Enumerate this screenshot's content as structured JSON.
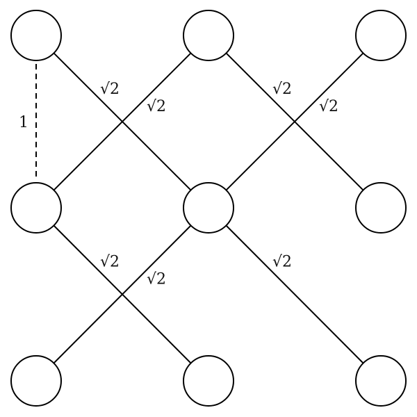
{
  "diagram": {
    "grid": {
      "rows": 3,
      "cols": 3
    },
    "nodes": [
      {
        "row": 0,
        "col": 0
      },
      {
        "row": 0,
        "col": 1
      },
      {
        "row": 0,
        "col": 2
      },
      {
        "row": 1,
        "col": 0
      },
      {
        "row": 1,
        "col": 1
      },
      {
        "row": 1,
        "col": 2
      },
      {
        "row": 2,
        "col": 0
      },
      {
        "row": 2,
        "col": 1
      },
      {
        "row": 2,
        "col": 2
      }
    ],
    "edges": [
      {
        "from": [
          0,
          0
        ],
        "to": [
          1,
          1
        ],
        "style": "solid",
        "label": "√2"
      },
      {
        "from": [
          0,
          1
        ],
        "to": [
          1,
          0
        ],
        "style": "solid",
        "label": "√2"
      },
      {
        "from": [
          0,
          1
        ],
        "to": [
          1,
          2
        ],
        "style": "solid",
        "label": "√2"
      },
      {
        "from": [
          0,
          2
        ],
        "to": [
          1,
          1
        ],
        "style": "solid",
        "label": "√2"
      },
      {
        "from": [
          1,
          0
        ],
        "to": [
          2,
          1
        ],
        "style": "solid",
        "label": "√2"
      },
      {
        "from": [
          1,
          1
        ],
        "to": [
          2,
          0
        ],
        "style": "solid",
        "label": "√2"
      },
      {
        "from": [
          1,
          1
        ],
        "to": [
          2,
          2
        ],
        "style": "solid",
        "label": "√2"
      },
      {
        "from": [
          0,
          0
        ],
        "to": [
          1,
          0
        ],
        "style": "dashed",
        "label": "1"
      }
    ],
    "colors": {
      "stroke": "#000000",
      "background": "#ffffff"
    }
  }
}
